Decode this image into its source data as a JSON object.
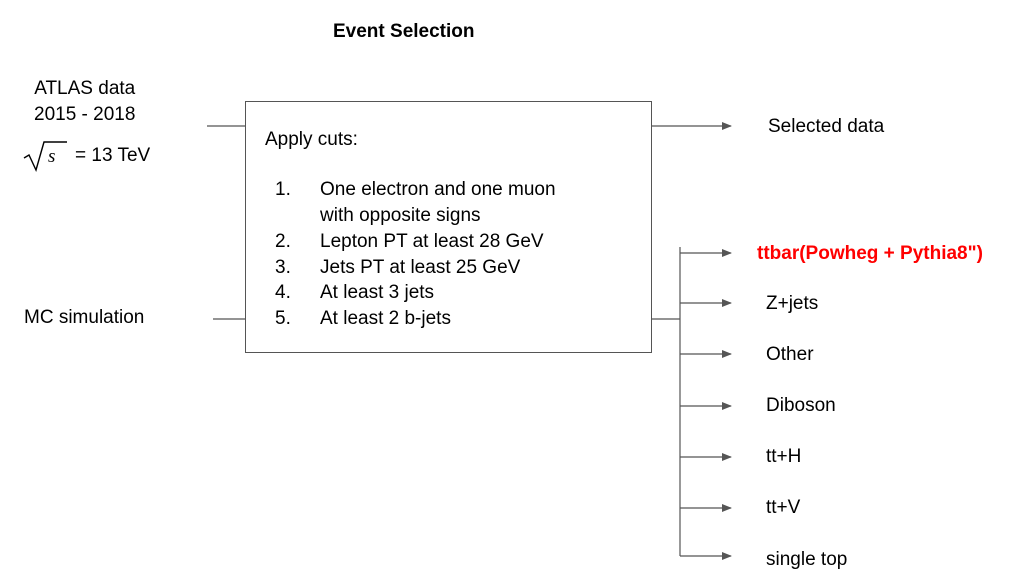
{
  "title": "Event Selection",
  "inputs": {
    "data_lines": [
      "ATLAS data",
      "2015 - 2018"
    ],
    "sqrt_symbol": "s",
    "energy": "= 13 TeV",
    "mc": "MC simulation"
  },
  "box": {
    "heading": "Apply cuts:",
    "cuts": [
      {
        "num": "1.",
        "lines": [
          "One electron and one muon",
          "with opposite signs"
        ]
      },
      {
        "num": "2.",
        "lines": [
          "Lepton PT at least 28 GeV"
        ]
      },
      {
        "num": "3.",
        "lines": [
          "Jets PT at least 25 GeV"
        ]
      },
      {
        "num": "4.",
        "lines": [
          "At least 3 jets"
        ]
      },
      {
        "num": "5.",
        "lines": [
          "At least 2 b-jets"
        ]
      }
    ]
  },
  "outputs": {
    "selected": "Selected data",
    "mc_samples": [
      {
        "label": "ttbar(Powheg + Pythia8\")",
        "highlight_color": "#ff0000"
      },
      {
        "label": "Z+jets"
      },
      {
        "label": "Other"
      },
      {
        "label": "Diboson"
      },
      {
        "label": "tt+H"
      },
      {
        "label": "tt+V"
      },
      {
        "label": "single top"
      }
    ]
  }
}
